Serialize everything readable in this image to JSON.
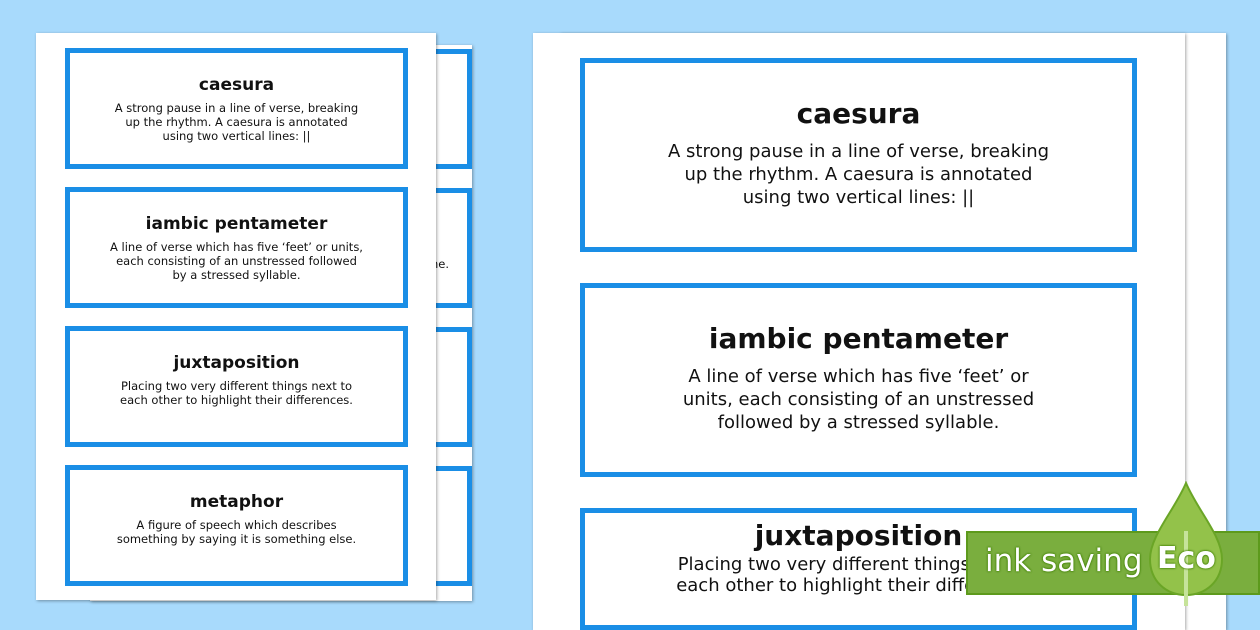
{
  "cards": [
    {
      "term": "caesura",
      "definition": "A strong pause in a line of verse, breaking up the rhythm. A caesura is annotated using two vertical lines: ||"
    },
    {
      "term": "iambic pentameter",
      "definition": "A line of verse which has five ‘feet’ or units, each consisting of an unstressed followed by a stressed syllable."
    },
    {
      "term": "juxtaposition",
      "definition": "Placing two very different things next to each other to highlight their differences."
    },
    {
      "term": "metaphor",
      "definition": "A figure of speech which describes something by saying it is something else."
    }
  ],
  "back_sheet_fragment": "ne.",
  "badge": {
    "label": "ink saving",
    "eco": "Eco",
    "color": "#7aae3e"
  },
  "colors": {
    "background": "#a8dafc",
    "card_border": "#1a8ee6"
  }
}
